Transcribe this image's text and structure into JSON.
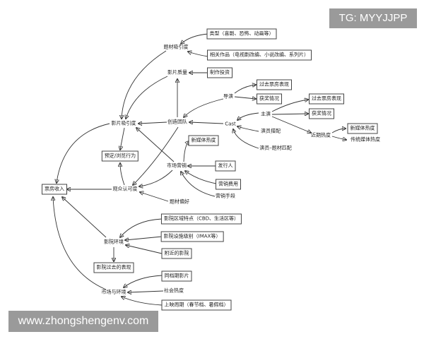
{
  "watermarks": {
    "top_right": "TG: MYYJJPP",
    "bottom_left": "www.zhongshengenv.com"
  },
  "nodes": {
    "topic_appeal": "题材吸引度",
    "genre": "类型（喜剧、恐怖、动画等）",
    "related_works": "相关作品（电视剧改编、小说改编、系列片）",
    "film_quality": "影片质量",
    "production_investment": "制作投资",
    "director": "导演",
    "director_past_box_office": "过去票房表现",
    "director_awards": "获奖情况",
    "lead_actor": "主演",
    "actor_past_box_office": "过去票房表现",
    "actor_awards": "获奖情况",
    "recent_popularity": "近期热度",
    "new_media_popularity_actor": "新媒体热度",
    "traditional_media_popularity": "传统媒体热度",
    "cast": "Cast",
    "cast_pairing": "演员搭配",
    "actor_topic_match": "演员–题材匹配",
    "film_appeal": "影片吸引度",
    "creative_team": "创造团队",
    "booking_browsing": "预定/浏览行为",
    "new_media_popularity_marketing": "新媒体热度",
    "marketing": "市场营销",
    "distributor": "发行人",
    "marketing_cost": "营销费用",
    "marketing_methods": "营销手段",
    "audience_recognition": "观众认可度",
    "topic_preference": "题材偏好",
    "box_office": "票房收入",
    "cinema_area": "影院区域特点（CBD、生活区等）",
    "cinema_facility": "影院设施级别（IMAX等）",
    "nearby_cinemas": "附近的影院",
    "cinema_environment": "影院环境",
    "cinema_past_performance": "影院过去的表现",
    "same_period_films": "同档期影片",
    "social_popularity": "社会热度",
    "release_period": "上映周期（春节档、暑假档）",
    "market_environment": "市场与环境"
  }
}
